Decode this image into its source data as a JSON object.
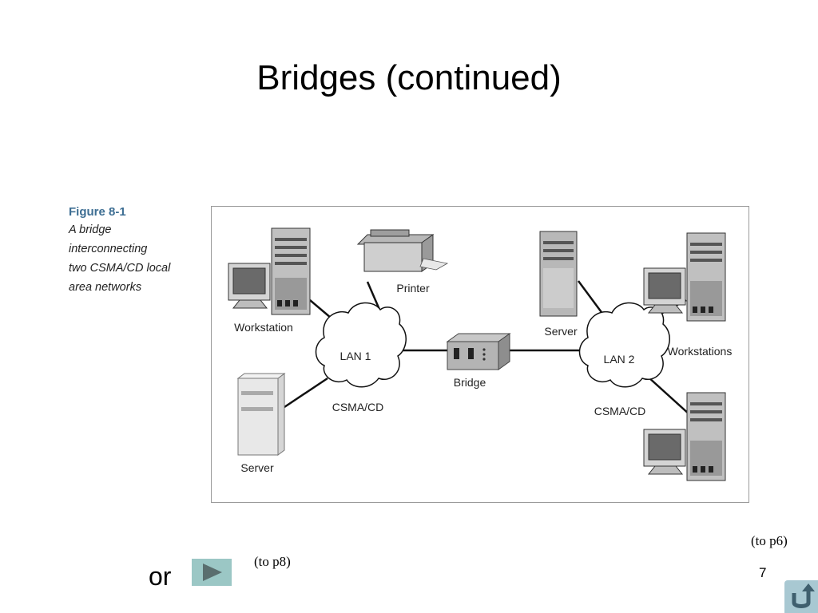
{
  "slide": {
    "title": "Bridges (continued)",
    "page_number": "7"
  },
  "caption": {
    "figure_label": "Figure 8-1",
    "lines": [
      "A bridge",
      "interconnecting",
      "two CSMA/CD local",
      "area networks"
    ]
  },
  "diagram": {
    "labels": {
      "workstation_left": "Workstation",
      "server_left": "Server",
      "printer": "Printer",
      "lan1": "LAN 1",
      "csma_left": "CSMA/CD",
      "bridge": "Bridge",
      "server_right": "Server",
      "lan2": "LAN 2",
      "workstations_right": "Workstations",
      "csma_right": "CSMA/CD"
    }
  },
  "navigation": {
    "to_p6": "(to p6)",
    "to_p8": "(to p8)",
    "or_text": "or",
    "play_icon": "play-triangle",
    "return_icon": "u-turn-arrow"
  },
  "colors": {
    "caption_figure": "#3d6e93",
    "play_button_bg": "#9bc7c5",
    "return_button_bg": "#a8c8d2"
  }
}
